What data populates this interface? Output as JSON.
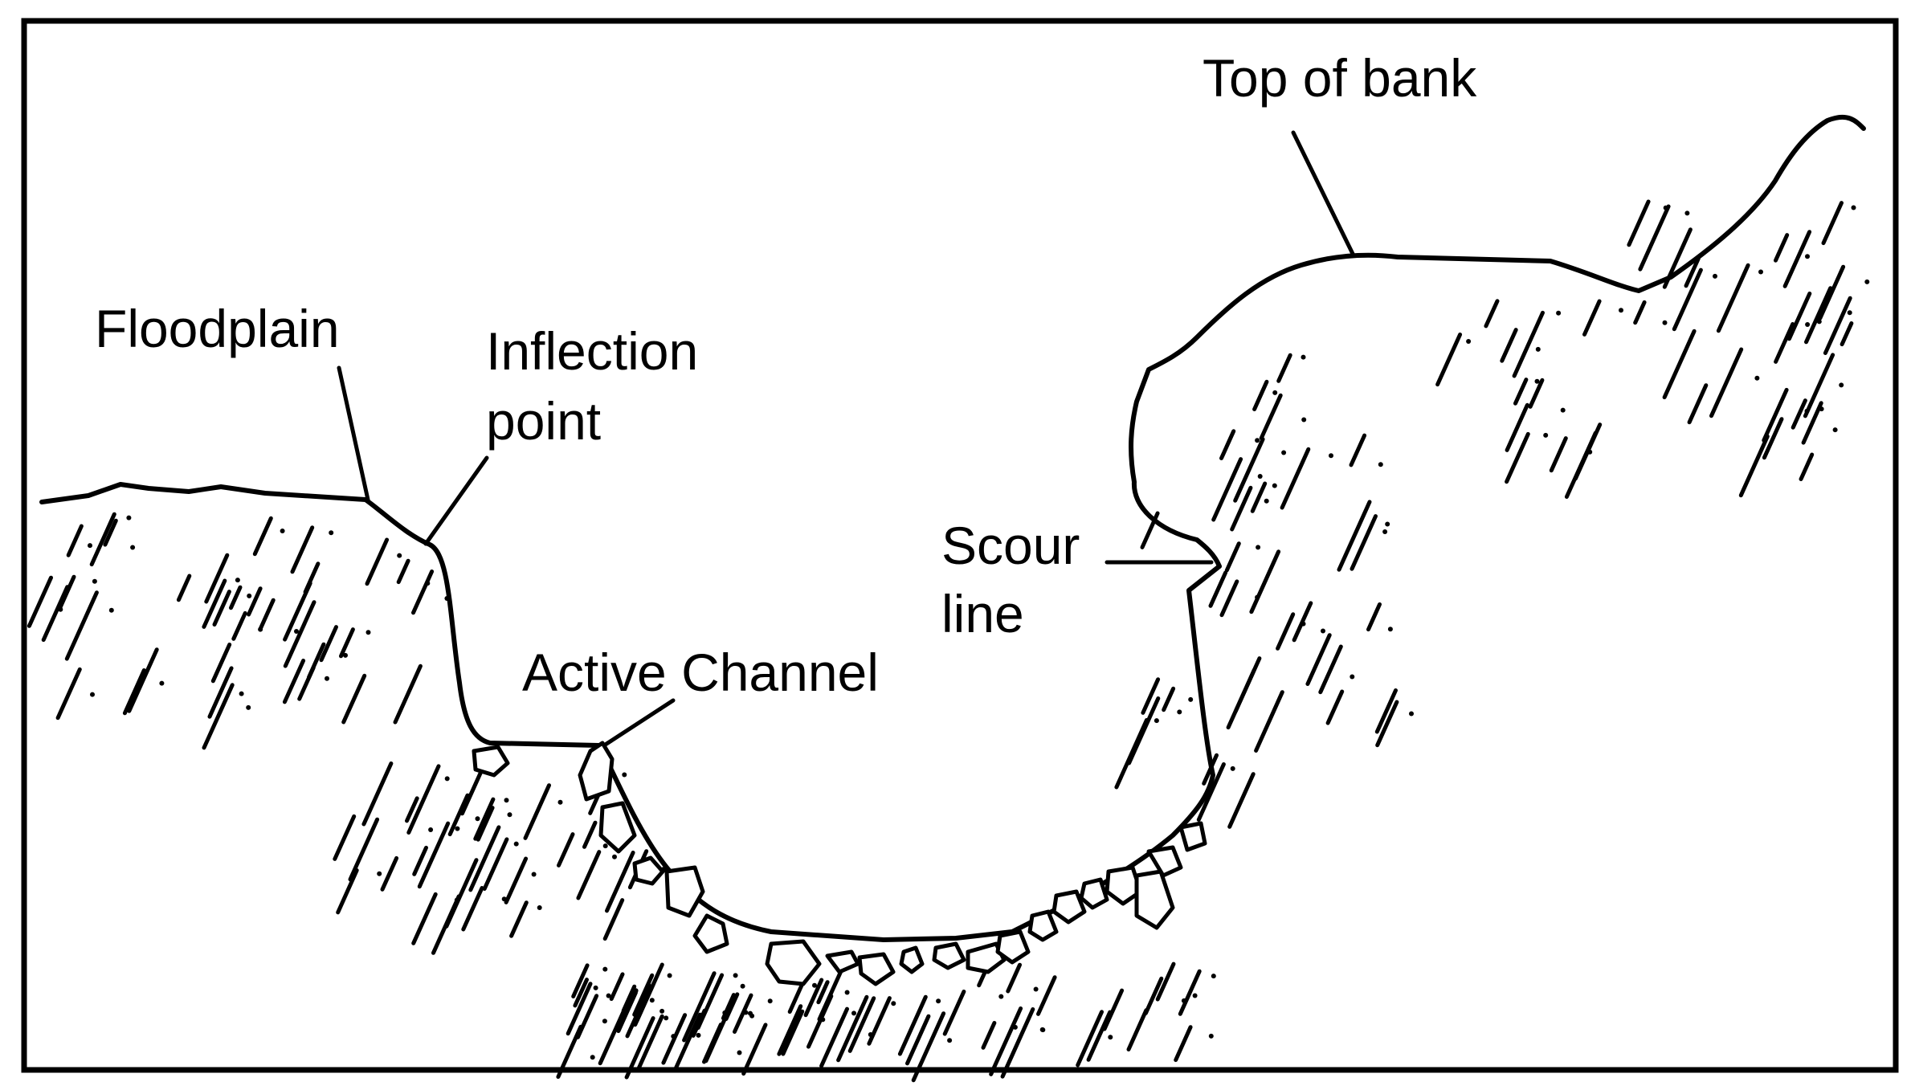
{
  "labels": {
    "floodplain": "Floodplain",
    "inflection_line1": "Inflection",
    "inflection_line2": "point",
    "top_of_bank": "Top of bank",
    "active_channel": "Active Channel",
    "scour_line1": "Scour",
    "scour_line2": "line"
  },
  "colors": {
    "ink": "#000000",
    "background": "#ffffff"
  }
}
